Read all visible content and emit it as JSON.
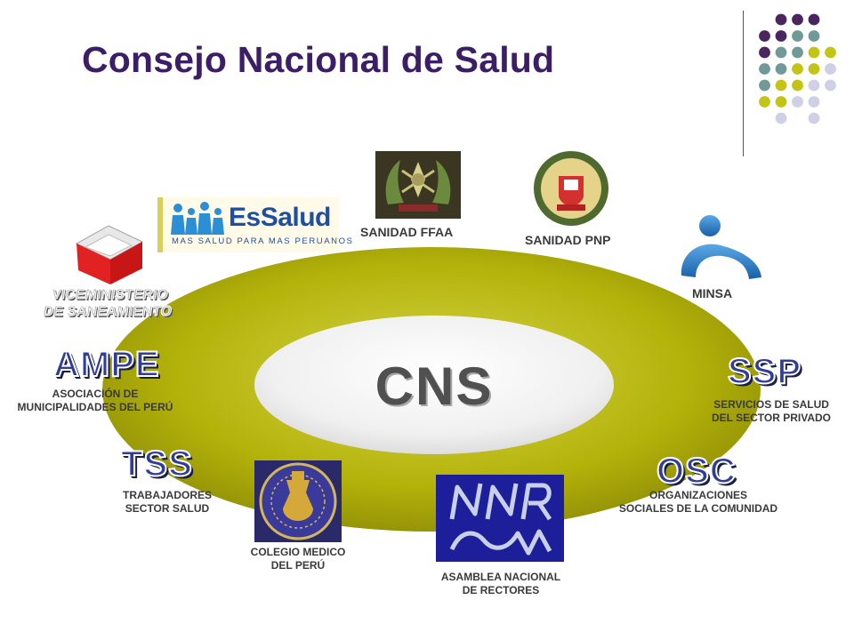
{
  "slide": {
    "title": "Consejo Nacional de Salud",
    "center_label": "CNS"
  },
  "colors": {
    "title": "#3b1e66",
    "ring": "#b3b20a",
    "dot_purple": "#4a2560",
    "dot_teal": "#6f9a98",
    "dot_olive": "#c3c416",
    "dot_lavender": "#cfcfe6",
    "acronym_blue": "#2f3c98"
  },
  "logos": {
    "essalud": {
      "brand": "EsSalud",
      "tagline": "MAS SALUD PARA MAS PERUANOS"
    },
    "viceministerio": {
      "line1": "VICEMINISTERIO",
      "line2": "DE SANEAMIENTO"
    }
  },
  "members": {
    "sanidad_ffaa": {
      "label": "SANIDAD FFAA"
    },
    "sanidad_pnp": {
      "label": "SANIDAD PNP"
    },
    "minsa": {
      "label": "MINSA"
    },
    "ampe": {
      "acronym": "AMPE",
      "line1": "ASOCIACIÓN DE",
      "line2": "MUNICIPALIDADES DEL PERÚ"
    },
    "ssp": {
      "acronym": "SSP",
      "line1": "SERVICIOS DE SALUD",
      "line2": "DEL SECTOR PRIVADO"
    },
    "tss": {
      "acronym": "TSS",
      "line1": "TRABAJADORES",
      "line2": "SECTOR  SALUD"
    },
    "osc": {
      "acronym": "OSC",
      "line1": "ORGANIZACIONES",
      "line2": "SOCIALES DE LA COMUNIDAD"
    },
    "colegio": {
      "line1": "COLEGIO MEDICO",
      "line2": "DEL PERÚ"
    },
    "anr": {
      "line1": "ASAMBLEA NACIONAL",
      "line2": "DE RECTORES"
    }
  }
}
